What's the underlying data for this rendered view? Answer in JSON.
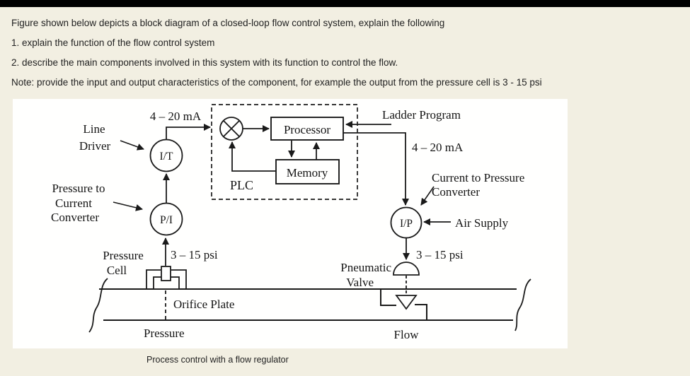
{
  "header": {
    "question_intro": "Figure shown below depicts a block diagram of a closed-loop flow control system, explain the following",
    "item1": "1. explain the function of the flow control system",
    "item2": "2. describe the main components involved in this system with its function to control the flow.",
    "note": "Note: provide the input and output characteristics of the component, for example the output from the pressure cell is 3 - 15 psi"
  },
  "diagram": {
    "blocks": {
      "processor": "Processor",
      "memory": "Memory",
      "plc": "PLC"
    },
    "circles": {
      "line_driver_symbol": "I/T",
      "pressure_to_current_symbol": "P/I",
      "current_to_pressure_symbol": "I/P"
    },
    "signals": {
      "ma_left": "4 – 20 mA",
      "ma_right": "4 – 20 mA",
      "psi_left": "3 – 15 psi",
      "psi_right": "3 – 15 psi"
    },
    "labels": {
      "ladder_program": "Ladder Program",
      "line_driver_1": "Line",
      "line_driver_2": "Driver",
      "pressure_to_current_1": "Pressure to",
      "pressure_to_current_2": "Current",
      "pressure_to_current_3": "Converter",
      "current_to_pressure_1": "Current to Pressure",
      "current_to_pressure_2": "Converter",
      "air_supply": "Air Supply",
      "pressure_cell_1": "Pressure",
      "pressure_cell_2": "Cell",
      "pneumatic_valve_1": "Pneumatic",
      "pneumatic_valve_2": "Valve",
      "orifice_plate": "Orifice Plate",
      "pressure_bottom": "Pressure",
      "flow": "Flow"
    }
  },
  "caption": "Process control with a flow regulator",
  "colors": {
    "page_background": "#f2efe2",
    "panel_background": "#ffffff",
    "ink": "#1a1a1a",
    "top_bar": "#000000"
  }
}
